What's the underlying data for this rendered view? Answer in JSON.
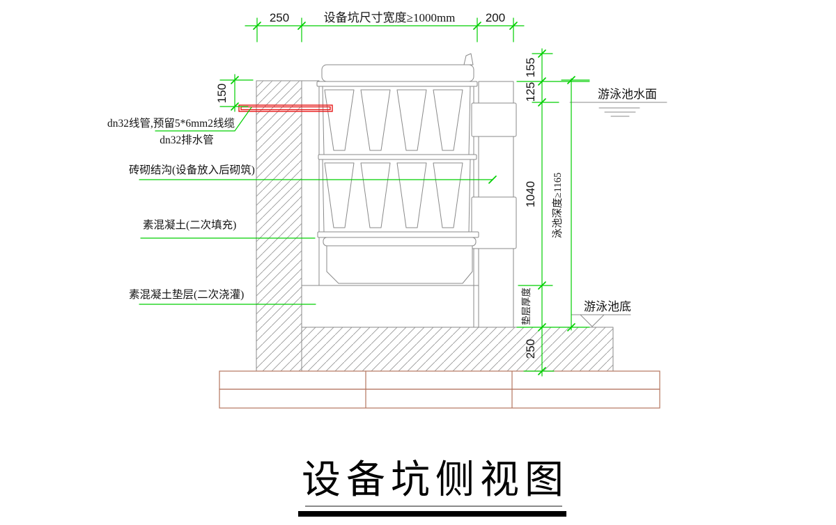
{
  "title": {
    "text": "设备坑侧视图"
  },
  "dims": {
    "wall_thickness": "250",
    "pit_width": "设备坑尺寸宽度≥1000mm",
    "brick_width": "200",
    "conduit_offset": "150",
    "top_155": "155",
    "top_125": "125",
    "pit_height": "1040",
    "slab_thickness": "250",
    "pool_depth": "泳池深度≥1165",
    "cushion_thickness": "垫层厚度"
  },
  "labels": {
    "conduit": "dn32线管,预留5*6mm2线缆",
    "drain": "dn32排水管",
    "brick_trench": "砖砌结沟(设备放入后砌筑)",
    "fill_concrete": "素混凝土(二次填充)",
    "cushion_concrete": "素混凝土垫层(二次浇灌)",
    "water_surface": "游泳池水面",
    "pool_bottom": "游泳池底"
  },
  "colors": {
    "annotation_green": "#00cf00",
    "pipe_red": "#e61717",
    "line_gray": "#8a8a8a",
    "base_brown": "#b5755e",
    "text_dark": "#141414"
  }
}
